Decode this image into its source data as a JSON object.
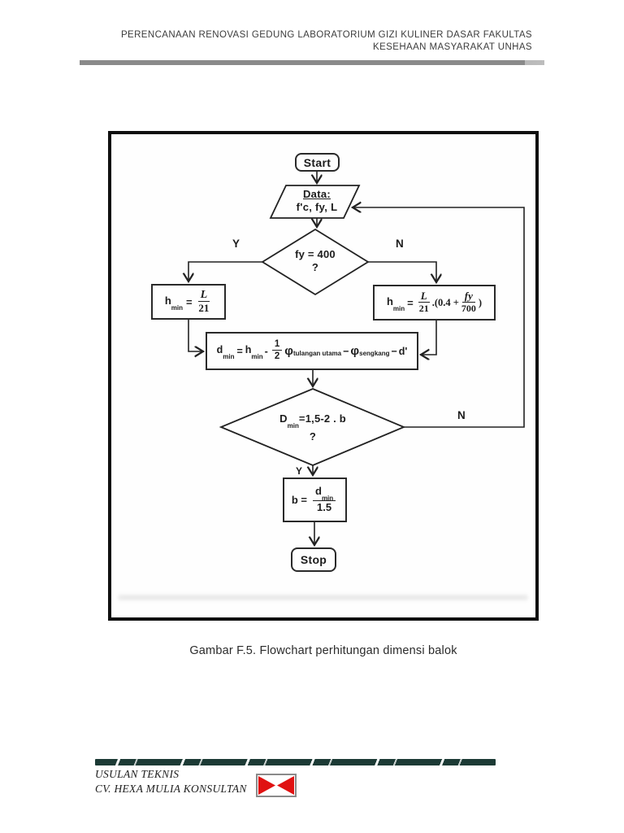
{
  "header": {
    "line1": "PERENCANAAN RENOVASI GEDUNG LABORATORIUM GIZI KULINER DASAR FAKULTAS",
    "line2": "KESEHAAN MASYARAKAT UNHAS"
  },
  "flowchart": {
    "start": "Start",
    "data_node": {
      "title": "Data:",
      "values": "f'c, fy, L"
    },
    "decision1": {
      "line1": "fy = 400",
      "line2": "?"
    },
    "labels": {
      "yes1": "Y",
      "no1": "N",
      "no2": "N",
      "yes2": "Y"
    },
    "hmin_left": {
      "lhs": "h",
      "lhs_sub": "min",
      "eq": "=",
      "num": "L",
      "den": "21"
    },
    "hmin_right": {
      "lhs": "h",
      "lhs_sub": "min",
      "eq": "=",
      "num": "L",
      "den": "21",
      "mid": ".(0.4 +",
      "num2": "fy",
      "den2": "700",
      "close": ")"
    },
    "dmin": {
      "d": "d",
      "d_sub": "min",
      "eq": "=",
      "h": "h",
      "h_sub": "min",
      "minus1": "-",
      "num": "1",
      "den": "2",
      "phi1": "φ",
      "phi1_sub": "tulangan utama",
      "minus2": "−",
      "phi2": "φ",
      "phi2_sub": "sengkang",
      "minus3": "−",
      "dprime": "d'"
    },
    "decision2": {
      "d": "D",
      "d_sub": "min",
      "rest": "=1,5-2 . b",
      "line2": "?"
    },
    "b_box": {
      "lhs": "b =",
      "num": "d",
      "num_sub": "min",
      "den": "1.5"
    },
    "stop": "Stop"
  },
  "caption": "Gambar F.5. Flowchart perhitungan dimensi balok",
  "footer": {
    "line1": "USULAN TEKNIS",
    "line2": "CV. HEXA MULIA KONSULTAN"
  },
  "colors": {
    "logo_red": "#e01212",
    "bar_teal": "#1c3a35",
    "rule_gray": "#8a8a8a",
    "ink": "#222222"
  }
}
